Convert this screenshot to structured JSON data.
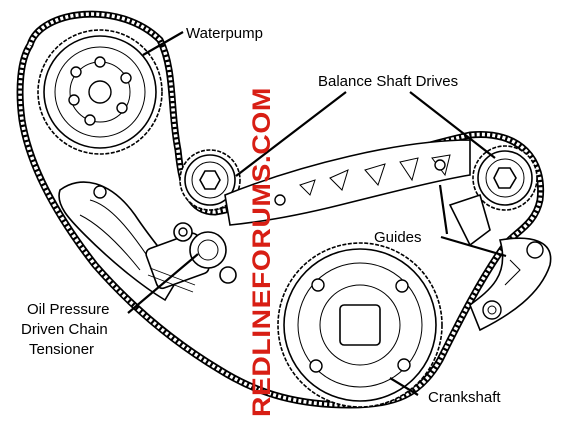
{
  "labels": {
    "waterpump": "Waterpump",
    "balance_shaft_drives": "Balance Shaft Drives",
    "guides": "Guides",
    "tensioner_line1": "Oil Pressure",
    "tensioner_line2": "Driven Chain",
    "tensioner_line3": "Tensioner",
    "crankshaft": "Crankshaft"
  },
  "watermark": {
    "text": "REDLINEFORUMS.COM",
    "color": "#d81e14"
  }
}
